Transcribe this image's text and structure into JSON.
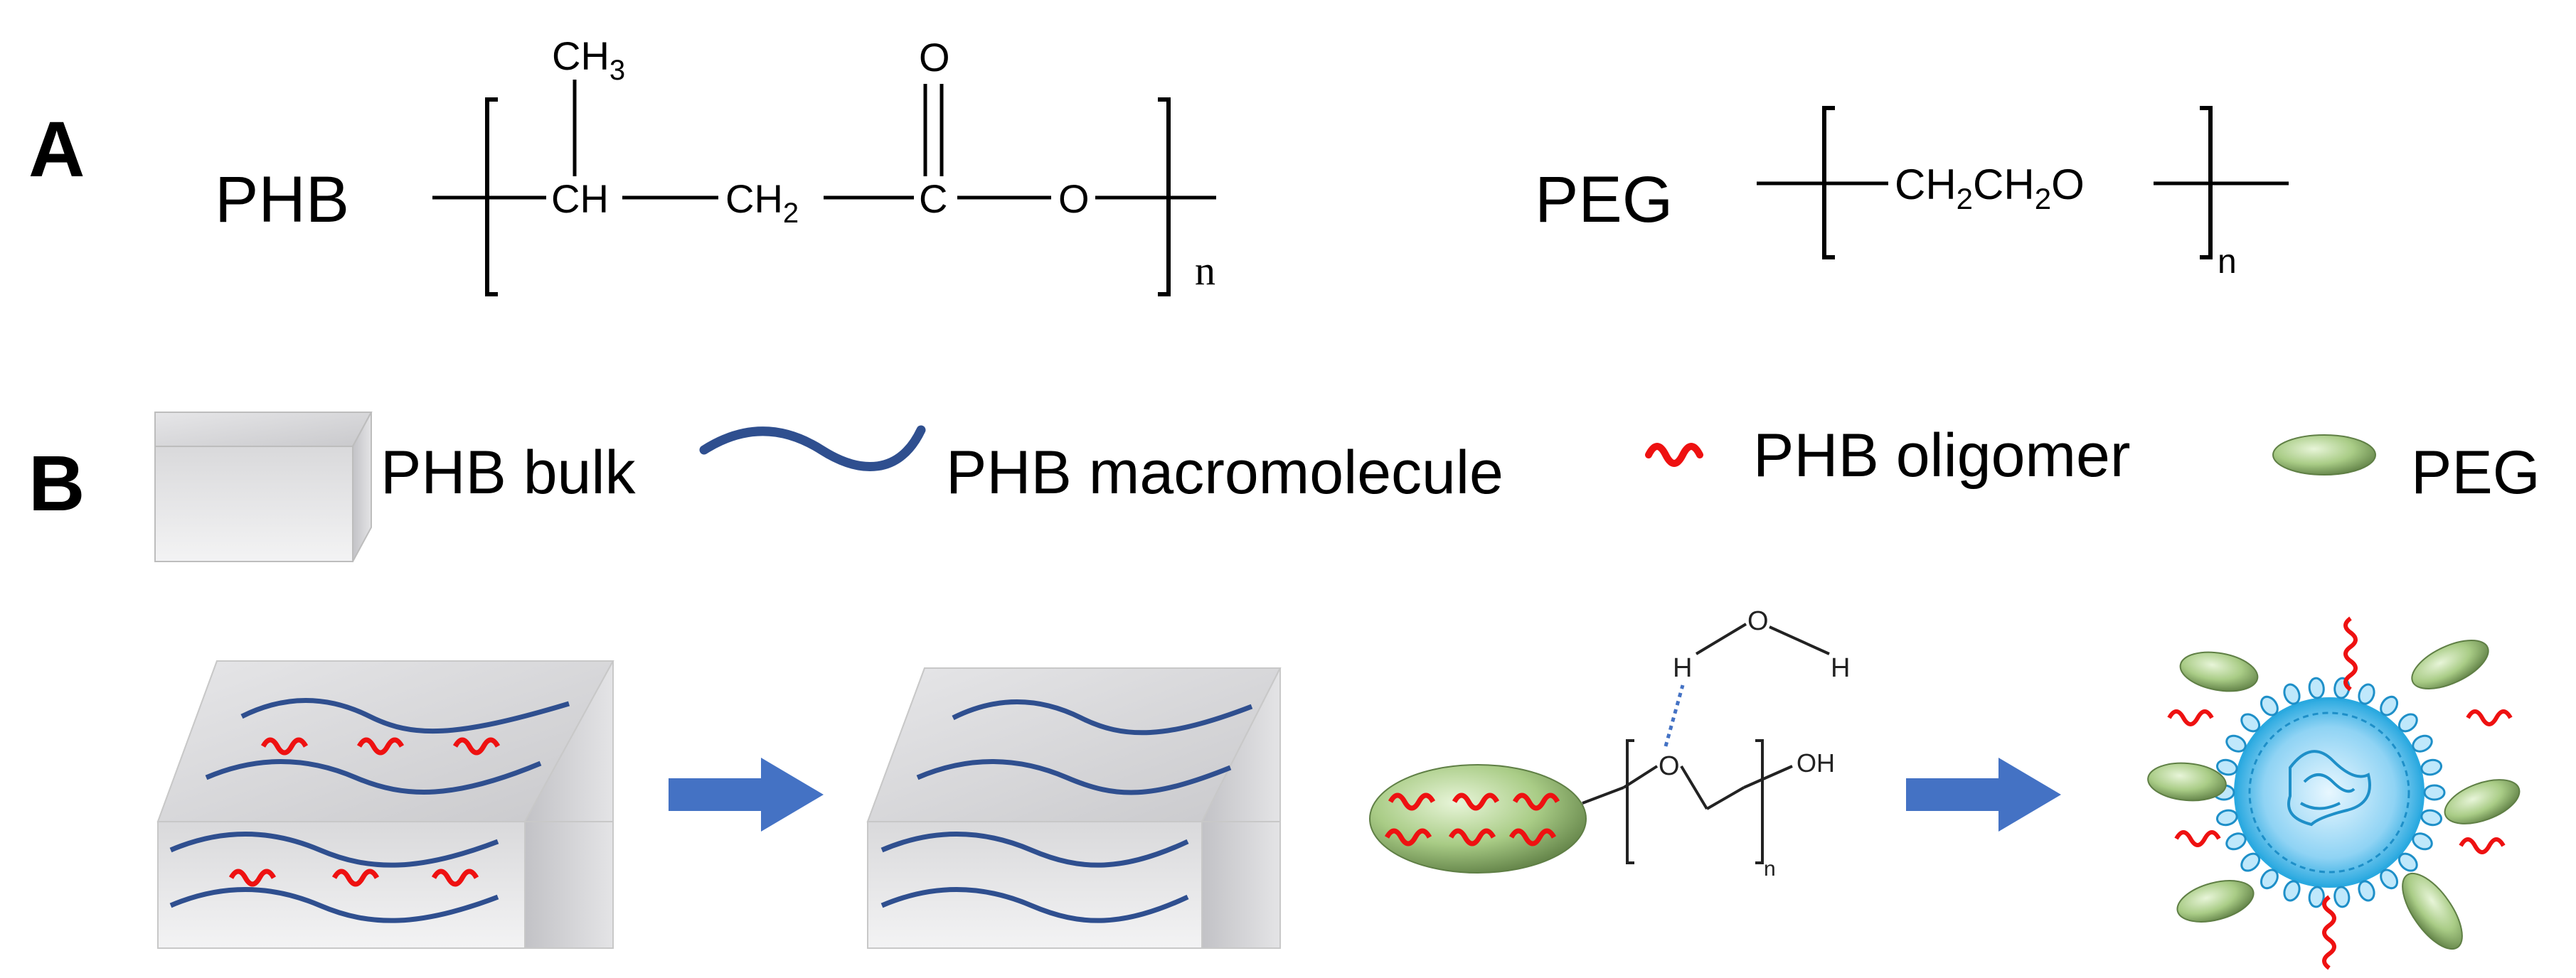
{
  "panel_a": {
    "label": "A",
    "phb": {
      "name": "PHB",
      "methyl_c": "CH",
      "methyl_sub": "3",
      "ch": "CH",
      "ch2_main": "CH",
      "ch2_sub": "2",
      "carbonyl_o": "O",
      "carbonyl_c": "C",
      "ester_o": "O",
      "repeat_n": "n"
    },
    "peg": {
      "name": "PEG",
      "ch_a": "CH",
      "sub_a": "2",
      "ch_b": "CH",
      "sub_b": "2",
      "o": "O",
      "repeat_n": "n"
    }
  },
  "panel_b": {
    "label": "B",
    "legend": {
      "bulk": "PHB bulk",
      "macromolecule": "PHB macromolecule",
      "oligomer": "PHB oligomer",
      "peg": "PEG"
    },
    "peg_structure": {
      "water_o": "O",
      "water_h1": "H",
      "water_h2": "H",
      "ether_o": "O",
      "oh": "OH",
      "repeat_n": "n"
    }
  },
  "colors": {
    "chain_blue": "#2f4f8f",
    "oligomer_red": "#ee1111",
    "arrow_blue": "#4472c4",
    "peg_green": "#8fb56a",
    "block_gray": "#d7d7d9",
    "micelle_blue": "#2aa9e0"
  }
}
